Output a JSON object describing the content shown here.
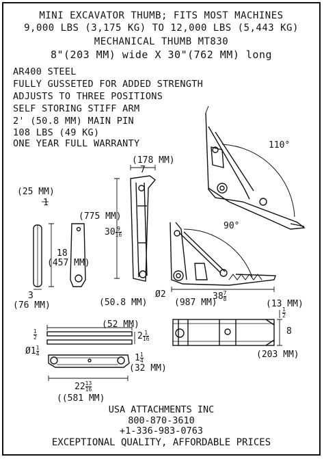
{
  "header": {
    "line1": "MINI EXCAVATOR THUMB; FITS MOST MACHINES",
    "line2": "9,000 LBS (3,175 KG)  TO 12,000 LBS (5,443 KG)",
    "model": "MECHANICAL THUMB MT830",
    "size": "8\"(203 MM) wide  X 30\"(762 MM) long"
  },
  "specs": [
    "AR400  STEEL",
    "FULLY GUSSETED FOR ADDED STRENGTH",
    "ADJUSTS TO THREE  POSITIONS",
    "SELF STORING STIFF ARM",
    "2' (50.8 MM) MAIN PIN",
    "108 LBS (49 KG)",
    "ONE YEAR FULL WARRANTY"
  ],
  "dimensions": {
    "d178": "(178 MM)",
    "d7": "7",
    "d110": "110°",
    "d25": "(25 MM)",
    "d1": "1",
    "d775": "(775 MM)",
    "d30_whole": "30",
    "d30_num": "9",
    "d30_den": "16",
    "d90": "90°",
    "d18": "18",
    "d457": "(457 MM)",
    "d3": "3",
    "d76": "(76 MM)",
    "d508": "(50.8 MM)",
    "dphi2": "Ø2",
    "d987": "(987 MM)",
    "d38_whole": "38",
    "d38_num": "7",
    "d38_den": "8",
    "d13": "(13 MM)",
    "d12_num": "1",
    "d12_den": "2",
    "d52": "(52 MM)",
    "d2_whole": "2",
    "d2_num": "1",
    "d2_den": "16",
    "d8": "8",
    "dphi1": "Ø1",
    "dphi1_num": "1",
    "dphi1_den": "4",
    "d1q_whole": "1",
    "d1q_num": "1",
    "d1q_den": "4",
    "d32": "(32 MM)",
    "d203": "(203 MM)",
    "d22_whole": "22",
    "d22_num": "13",
    "d22_den": "16",
    "d581": "((581 MM)"
  },
  "footer": {
    "company": "USA ATTACHMENTS INC",
    "phone1": "800-870-3610",
    "phone2": "+1-336-983-0763",
    "tagline": "EXCEPTIONAL QUALITY, AFFORDABLE PRICES"
  }
}
